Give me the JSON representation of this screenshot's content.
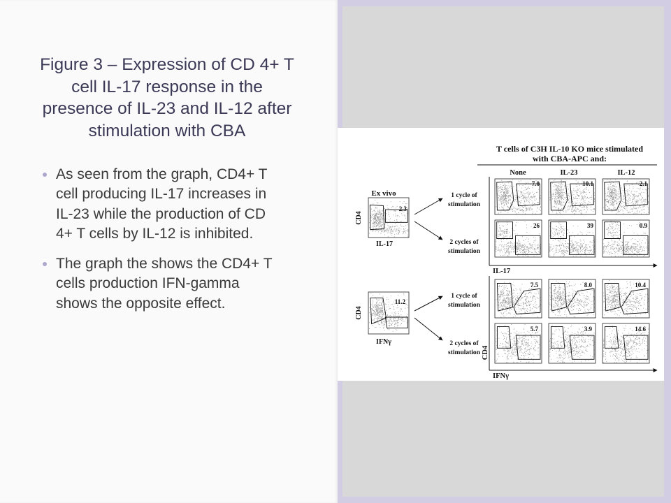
{
  "slide": {
    "title_lines": [
      "Figure 3 – Expression of CD 4+ T",
      "cell IL-17 response in the",
      "presence of IL-23 and IL-12 after",
      "stimulation with CBA"
    ],
    "bullets": [
      {
        "lines": [
          "As seen from the graph, CD4+ T",
          "cell producing IL-17 increases in",
          "IL-23 while the production of CD",
          "4+ T cells by IL-12 is inhibited."
        ]
      },
      {
        "lines": [
          "The graph the shows the CD4+ T",
          "cells production IFN-gamma",
          "shows the opposite effect."
        ]
      }
    ]
  },
  "figure": {
    "title_lines": [
      "T cells of C3H IL-10 KO mice stimulated",
      "with CBA-APC and:"
    ],
    "conditions": [
      "None",
      "IL-23",
      "IL-12"
    ],
    "ex_vivo_label": "Ex vivo",
    "cycle_labels": {
      "one": [
        "1 cycle of",
        "stimulation"
      ],
      "two": [
        "2 cycles of",
        "stimulation"
      ]
    },
    "il17": {
      "ex_vivo": {
        "y_label": "CD4",
        "x_label": "IL-17",
        "value": "2.3"
      },
      "one_cycle": [
        "7.0",
        "10.1",
        "2.1"
      ],
      "two_cycles": [
        "26",
        "39",
        "0.9"
      ],
      "axis_x_label": "IL-17"
    },
    "ifng": {
      "ex_vivo": {
        "y_label": "CD4",
        "x_label": "IFNγ",
        "value": "11.2"
      },
      "one_cycle": [
        "7.5",
        "8.0",
        "10.4"
      ],
      "two_cycles": [
        "5.7",
        "3.9",
        "14.6"
      ],
      "axis_y_label": "CD4",
      "axis_x_label": "IFNγ"
    }
  },
  "colors": {
    "title_text": "#3b3955",
    "body_text": "#3a3a3a",
    "bullet": "#aea6cc",
    "frame_lavender": "#d3cde3",
    "frame_gray": "#d8d8d8",
    "slide_background": "#fafafb"
  }
}
